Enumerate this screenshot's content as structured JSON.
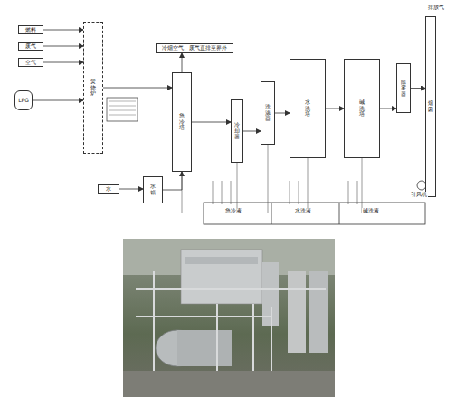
{
  "diagram": {
    "nodes": [
      {
        "text": [
          "燃料"
        ]
      },
      {
        "text": [
          "废气"
        ]
      },
      {
        "text": [
          "空气"
        ]
      },
      {
        "text": [
          "焚烧炉"
        ]
      },
      {
        "text": [
          "LPG"
        ]
      },
      {
        "text": [
          "冷烟空气、废气直排至界外"
        ]
      },
      {
        "text": [
          "急冷塔"
        ]
      },
      {
        "text": [
          "冷却器"
        ]
      },
      {
        "text": [
          "洗涤器"
        ]
      },
      {
        "text": [
          "水洗塔"
        ]
      },
      {
        "text": [
          "碱洗塔"
        ]
      },
      {
        "text": [
          "除雾器"
        ]
      },
      {
        "text": [
          "烟囱"
        ]
      },
      {
        "text": [
          "水"
        ]
      },
      {
        "text": [
          "水箱"
        ]
      }
    ],
    "edges": [
      {
        "from": 0,
        "to": 3,
        "arrow": "to"
      },
      {
        "from": 1,
        "to": 3,
        "arrow": "to"
      },
      {
        "from": 2,
        "to": 3,
        "arrow": "to"
      },
      {
        "from": 4,
        "to": 3,
        "arrow": "to"
      },
      {
        "from": 3,
        "to": 6,
        "arrow": "to"
      },
      {
        "from": 6,
        "to": 5,
        "arrow": "to"
      },
      {
        "from": 6,
        "to": 7,
        "arrow": "to"
      },
      {
        "from": 7,
        "to": 8,
        "arrow": "to"
      },
      {
        "from": 8,
        "to": 9,
        "arrow": "to"
      },
      {
        "from": 9,
        "to": 10,
        "arrow": "to"
      },
      {
        "from": 10,
        "to": 11,
        "arrow": "to"
      },
      {
        "from": 11,
        "to": 12,
        "arrow": "to"
      },
      {
        "from": 13,
        "to": 14,
        "arrow": "to"
      },
      {
        "from": 14,
        "to": 6,
        "arrow": "to"
      }
    ],
    "labels": [
      "急冷液",
      "水洗液",
      "碱洗液",
      "引风机",
      "排放气"
    ]
  }
}
